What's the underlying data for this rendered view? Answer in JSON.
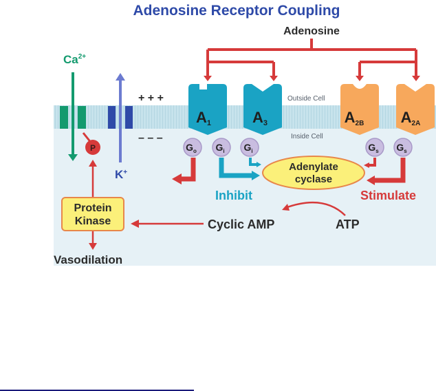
{
  "title": "Adenosine Receptor Coupling",
  "ligand": "Adenosine",
  "ions": {
    "calcium": "Ca",
    "calcium_charge": "2+",
    "potassium": "K",
    "potassium_charge": "+"
  },
  "membrane": {
    "outside_label": "Outside Cell",
    "inside_label": "Inside Cell",
    "outside_charge": "+ + +",
    "inside_charge": "– – –"
  },
  "receptors": [
    {
      "name": "A",
      "sub": "1",
      "family": "inhibitory"
    },
    {
      "name": "A",
      "sub": "3",
      "family": "inhibitory"
    },
    {
      "name": "A",
      "sub": "2B",
      "family": "stimulatory"
    },
    {
      "name": "A",
      "sub": "2A",
      "family": "stimulatory"
    }
  ],
  "g_proteins": [
    {
      "name": "G",
      "sub": "o"
    },
    {
      "name": "G",
      "sub": "i"
    },
    {
      "name": "G",
      "sub": "i"
    },
    {
      "name": "G",
      "sub": "s"
    },
    {
      "name": "G",
      "sub": "s"
    }
  ],
  "phosphate": "P",
  "enzyme": {
    "line1": "Adenylate",
    "line2": "cyclase"
  },
  "effects": {
    "inhibit": "Inhibit",
    "stimulate": "Stimulate"
  },
  "substrates": {
    "cyclic_amp": "Cyclic AMP",
    "atp": "ATP"
  },
  "kinase": {
    "line1": "Protein",
    "line2": "Kinase"
  },
  "outcome": "Vasodilation",
  "colors": {
    "title": "#2e4aa8",
    "inhibitory_receptor": "#1aa3c4",
    "stimulatory_receptor": "#f7a85c",
    "g_protein": "#c9bde0",
    "arrow_red": "#d63a3a",
    "arrow_teal": "#1aa3c4",
    "calcium": "#139a6e",
    "potassium": "#6c7bd0",
    "channel_blue": "#2f4aa8",
    "enzyme_fill": "#fbf07a",
    "cell_bg": "#e6f1f6",
    "membrane": "#bfdfe9"
  }
}
